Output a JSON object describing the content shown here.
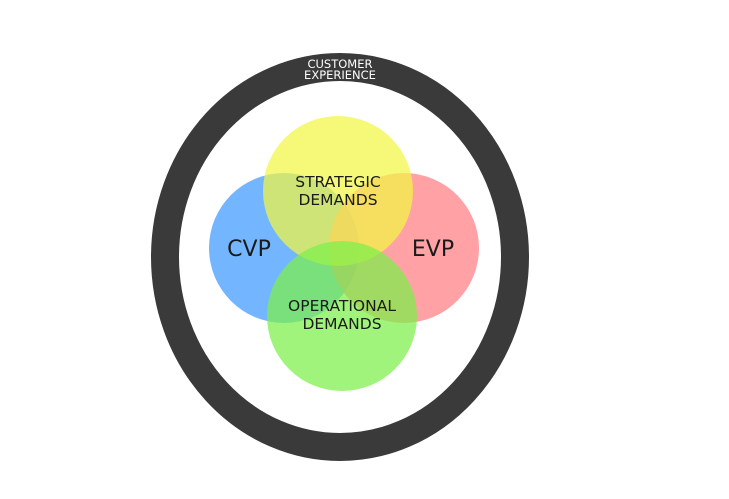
{
  "diagram": {
    "outer_ring": {
      "label_line1": "CUSTOMER",
      "label_line2": "EXPERIENCE",
      "color": "#3a3a3a"
    },
    "circles": {
      "cvp": {
        "label": "CVP",
        "color": "#5aa9ff"
      },
      "evp": {
        "label": "EVP",
        "color": "#ff8a8f"
      },
      "strategic": {
        "label_line1": "STRATEGIC",
        "label_line2": "DEMANDS",
        "color": "#f2f542"
      },
      "operational": {
        "label_line1": "OPERATIONAL",
        "label_line2": "DEMANDS",
        "color": "#7cf04a"
      }
    }
  }
}
